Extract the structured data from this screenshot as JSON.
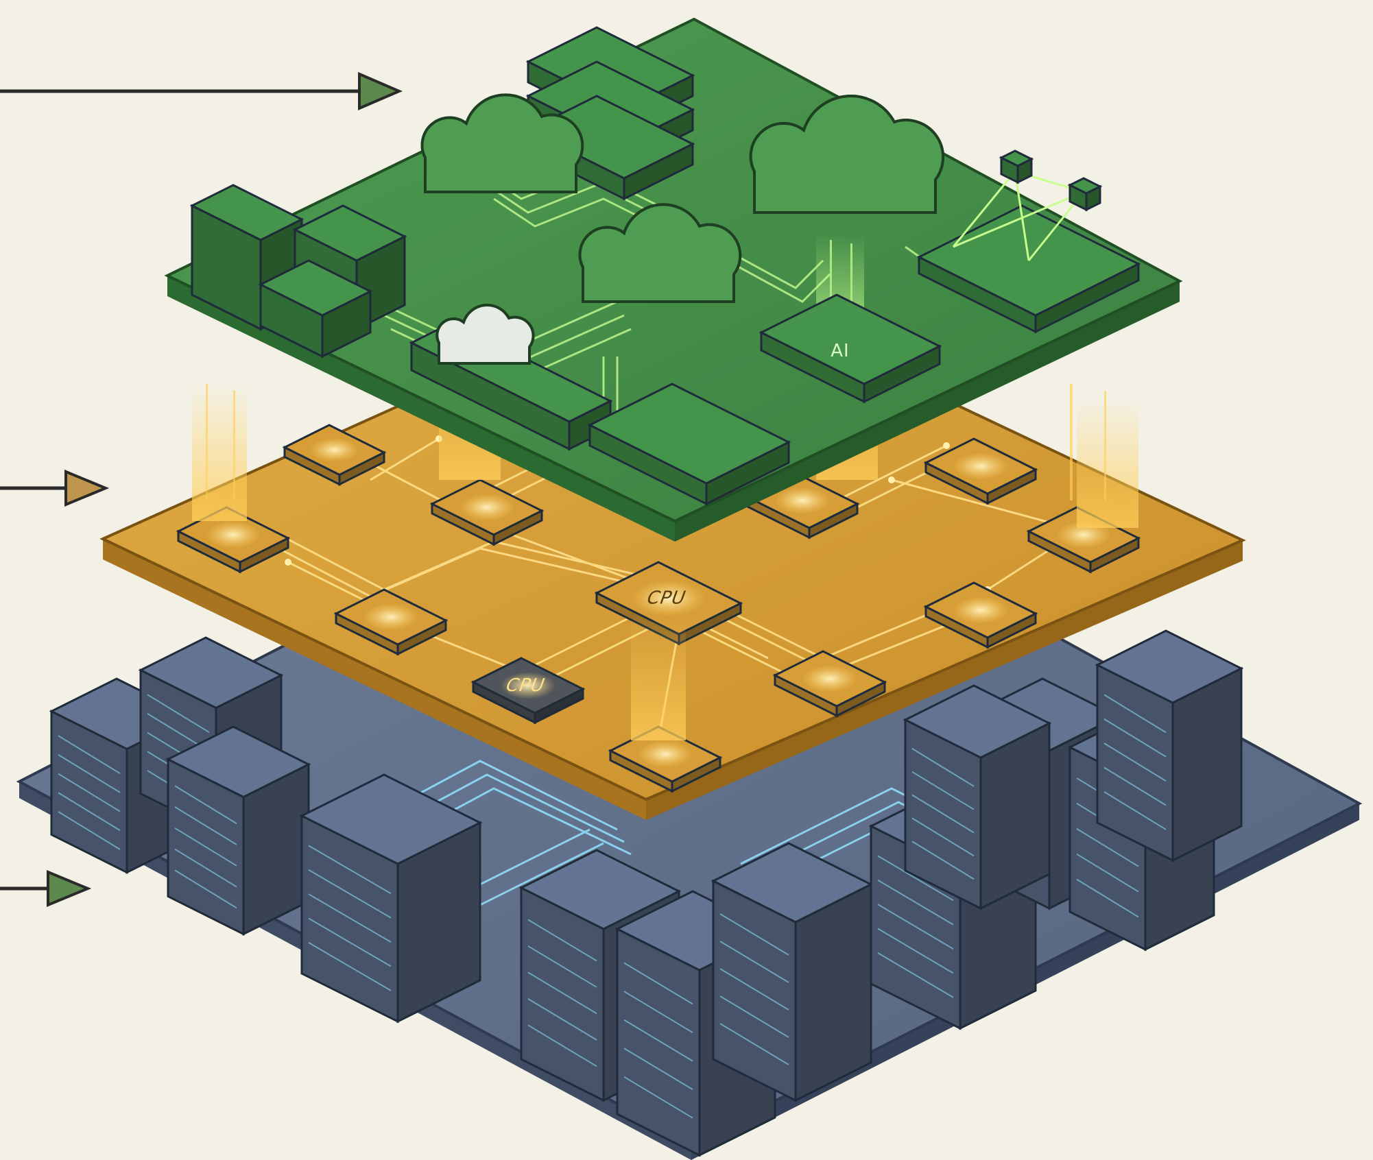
{
  "diagram": {
    "layers": [
      {
        "id": "cloud-ai-layer",
        "color": "#3f8a45"
      },
      {
        "id": "compute-chip-layer",
        "color": "#d29a31"
      },
      {
        "id": "server-infrastructure-layer",
        "color": "#5b6b86"
      }
    ],
    "icons": [
      "cloud-server-icon",
      "server-stack-icon",
      "ai-network-cloud-icon",
      "cloud-chip-icon",
      "storage-cloud-icon",
      "ai-chip-icon",
      "robotic-arm-icon",
      "server-rack-icon",
      "cpu-chip-icon"
    ],
    "chip_labels": {
      "cpu_main": "CPU",
      "ai": "AI",
      "cpu_secondary": "CPU"
    },
    "colors": {
      "background": "#f3f1e6",
      "green_layer": "#3f8a45",
      "gold_layer": "#d29a31",
      "blue_layer": "#5b6b86",
      "trace_green": "#b8f08a",
      "trace_gold": "#ffe08a",
      "trace_blue": "#8fe3ff"
    }
  }
}
